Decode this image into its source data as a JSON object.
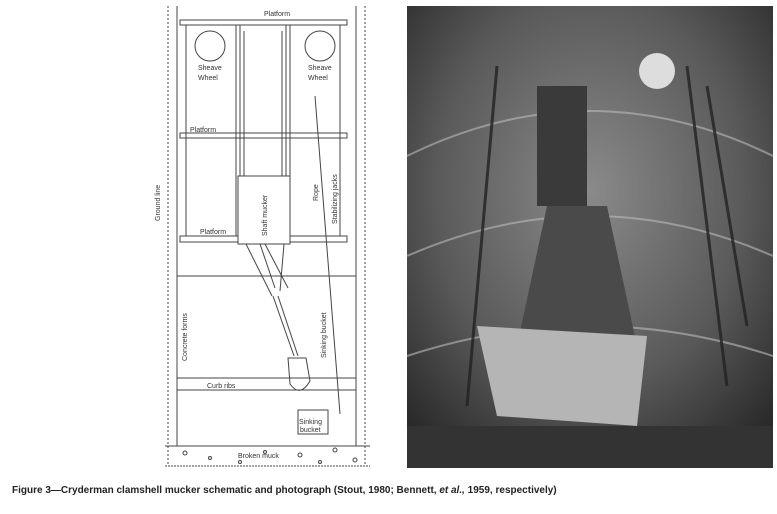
{
  "figure": {
    "diagram_labels": {
      "platform_top": "Platform",
      "sheave_left": [
        "Sheave",
        "Wheel"
      ],
      "sheave_right": [
        "Sheave",
        "Wheel"
      ],
      "platform_middle": "Platform",
      "ground_line": "Ground line",
      "shaft_mucker": "Shaft mucker",
      "rope": "Rope",
      "stabilizing_jacks": "Stabilizing jacks",
      "platform_bottom": "Platform",
      "concrete_forms": "Concrete forms",
      "sinking_bucket_rope": "Sinking bucket",
      "curb_ribs": "Curb ribs",
      "sinking_bucket": [
        "Sinking",
        "bucket"
      ],
      "broken_muck": "Broken muck"
    },
    "caption": {
      "prefix": "Figure 3—Cryderman clamshell mucker schematic and photograph (Stout, 1980; Bennett, ",
      "etal": "et al.,",
      "suffix": " 1959, respectively)"
    }
  }
}
